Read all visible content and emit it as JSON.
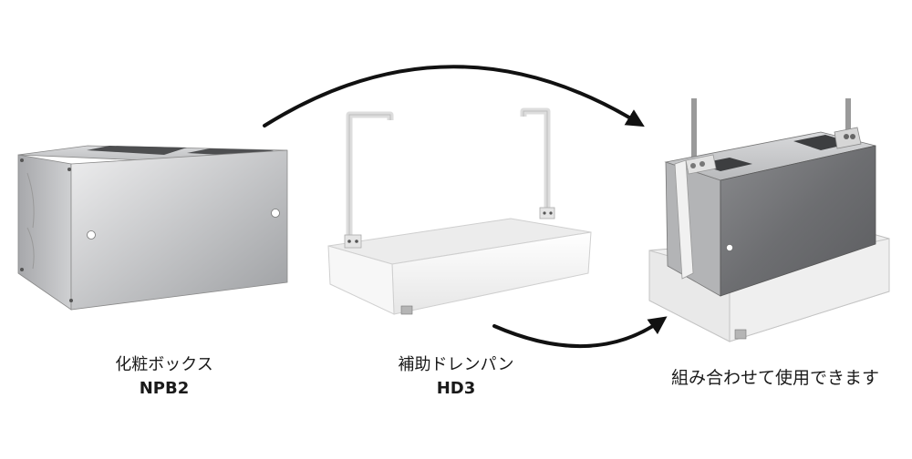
{
  "products": [
    {
      "name": "化粧ボックス",
      "code": "NPB2"
    },
    {
      "name": "補助ドレンパン",
      "code": "HD3"
    }
  ],
  "combined_caption": "組み合わせて使用できます",
  "colors": {
    "arrow": "#111111",
    "steel_light": "#d9dadb",
    "steel_dark": "#8f9092",
    "pan_white": "#f4f4f4"
  },
  "icons": [
    "curved-arrow-icon",
    "curved-arrow-icon"
  ]
}
